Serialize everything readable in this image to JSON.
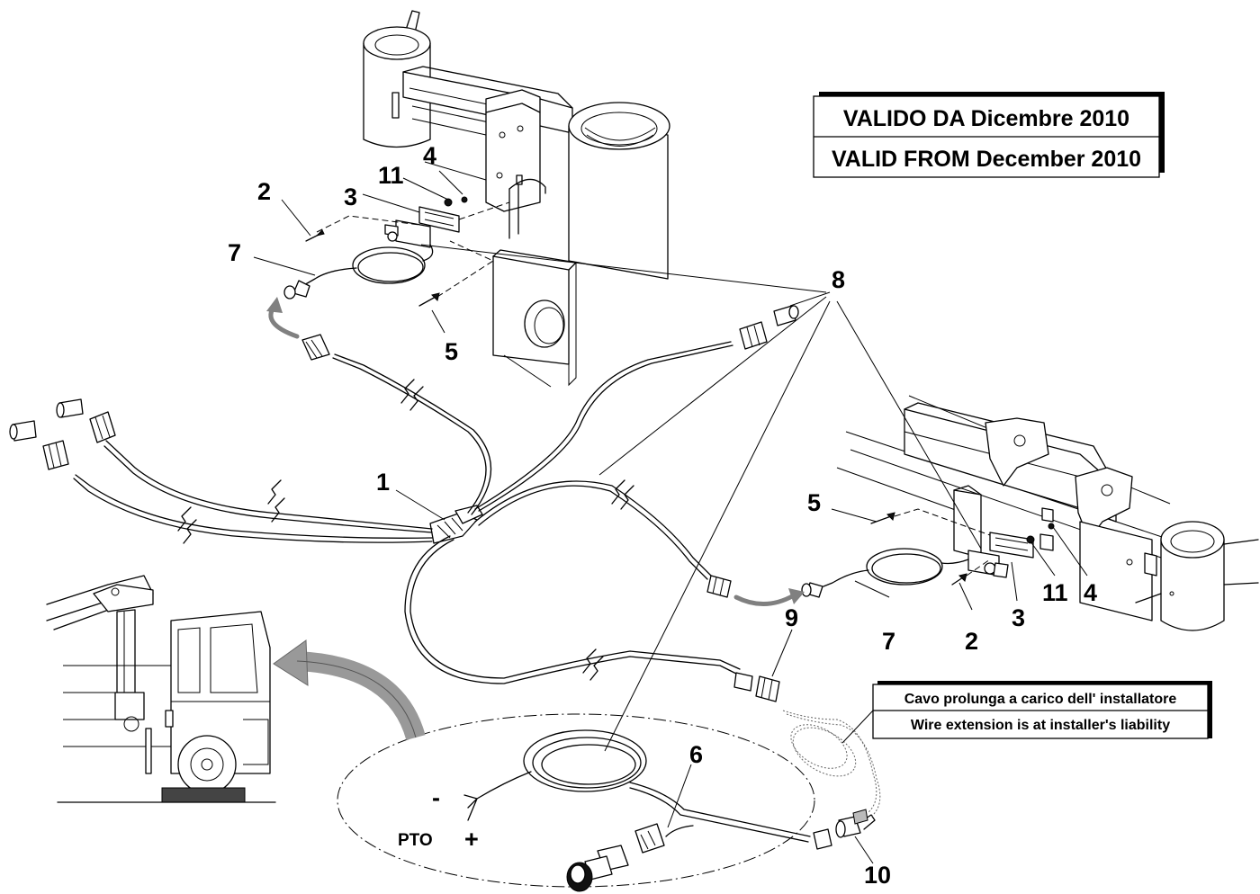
{
  "validity_box": {
    "line_it": "VALIDO DA Dicembre 2010",
    "line_en": "VALID FROM December 2010"
  },
  "note_box": {
    "line_it": "Cavo prolunga a carico dell' installatore",
    "line_en": "Wire extension is at installer's liability"
  },
  "terminals": {
    "pto": "PTO",
    "minus": "-",
    "plus": "+"
  },
  "callouts": {
    "c1": "1",
    "c2_top": "2",
    "c3_top": "3",
    "c4_top": "4",
    "c5_top": "5",
    "c6": "6",
    "c7_top": "7",
    "c8": "8",
    "c9": "9",
    "c10": "10",
    "c11_top": "11",
    "c2_right": "2",
    "c3_right": "3",
    "c4_right": "4",
    "c5_right": "5",
    "c7_right": "7",
    "c11_right": "11"
  }
}
